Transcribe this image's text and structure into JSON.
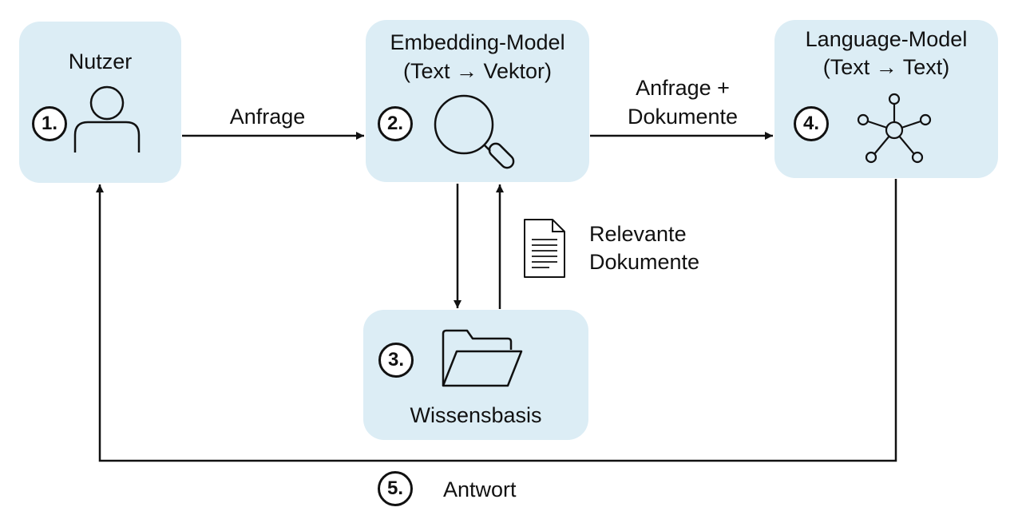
{
  "nodes": {
    "user": {
      "title": "Nutzer",
      "step": "1."
    },
    "embedding": {
      "title_line1": "Embedding-Model",
      "title_line2": "(Text → Vektor)",
      "step": "2."
    },
    "knowledge": {
      "title": "Wissensbasis",
      "step": "3."
    },
    "language": {
      "title_line1": "Language-Model",
      "title_line2": "(Text → Text)",
      "step": "4."
    }
  },
  "edges": {
    "request": "Anfrage",
    "request_docs_line1": "Anfrage +",
    "request_docs_line2": "Dokumente",
    "relevant_docs_line1": "Relevante",
    "relevant_docs_line2": "Dokumente",
    "answer": "Antwort",
    "answer_step": "5."
  },
  "colors": {
    "box_fill": "#dcedf5",
    "stroke": "#111111"
  },
  "icons": {
    "user": "user-icon",
    "embedding": "magnifier-icon",
    "knowledge": "folder-icon",
    "language": "network-icon",
    "document": "document-icon"
  }
}
